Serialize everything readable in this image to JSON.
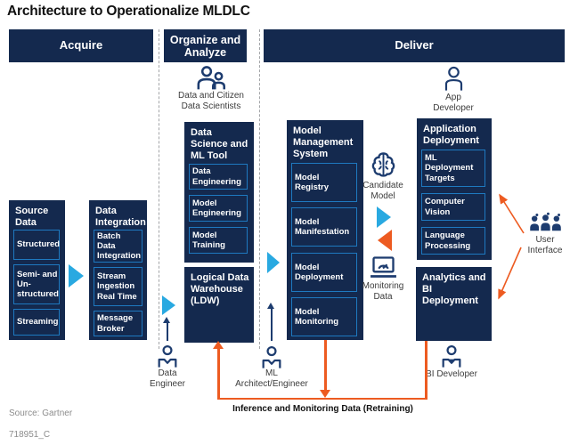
{
  "title": "Architecture to Operationalize MLDLC",
  "headers": {
    "acquire": "Acquire",
    "organize": "Organize and Analyze",
    "deliver": "Deliver"
  },
  "acquire_col": {
    "source_data": {
      "title": "Source Data",
      "items": [
        "Structured",
        "Semi- and Un-structured",
        "Streaming"
      ]
    },
    "data_integration": {
      "title": "Data Integration",
      "items": [
        "Batch Data Integration",
        "Stream Ingestion Real Time",
        "Message Broker"
      ]
    }
  },
  "organize_col": {
    "scientists_label": "Data and Citizen Data Scientists",
    "ds_ml_tool": {
      "title": "Data Science and ML Tool",
      "items": [
        "Data Engineering",
        "Model Engineering",
        "Model Training"
      ]
    },
    "ldw_title": "Logical Data Warehouse (LDW)",
    "data_engineer_label": "Data Engineer",
    "ml_architect_label": "ML Architect/Engineer"
  },
  "deliver_col": {
    "mms": {
      "title": "Model Management System",
      "items": [
        "Model Registry",
        "Model Manifestation",
        "Model Deployment",
        "Model Monitoring"
      ]
    },
    "candidate_model_label": "Candidate Model",
    "monitoring_data_label": "Monitoring Data",
    "app_developer_label": "App Developer",
    "app_deployment": {
      "title": "Application Deployment",
      "items": [
        "ML Deployment Targets",
        "Computer Vision",
        "Language Processing"
      ]
    },
    "analytics_title": "Analytics and BI Deployment",
    "bi_developer_label": "BI Developer",
    "user_interface_label": "User Interface"
  },
  "retraining_label": "Inference and Monitoring Data (Retraining)",
  "footer": {
    "source": "Source: Gartner",
    "doc_id": "718951_C"
  },
  "colors": {
    "navy": "#14294E",
    "icon_navy": "#1D3C6F",
    "subbox_border": "#1E79C0",
    "arrow_blue": "#29A9E1",
    "arrow_orange": "#ED5B21"
  }
}
